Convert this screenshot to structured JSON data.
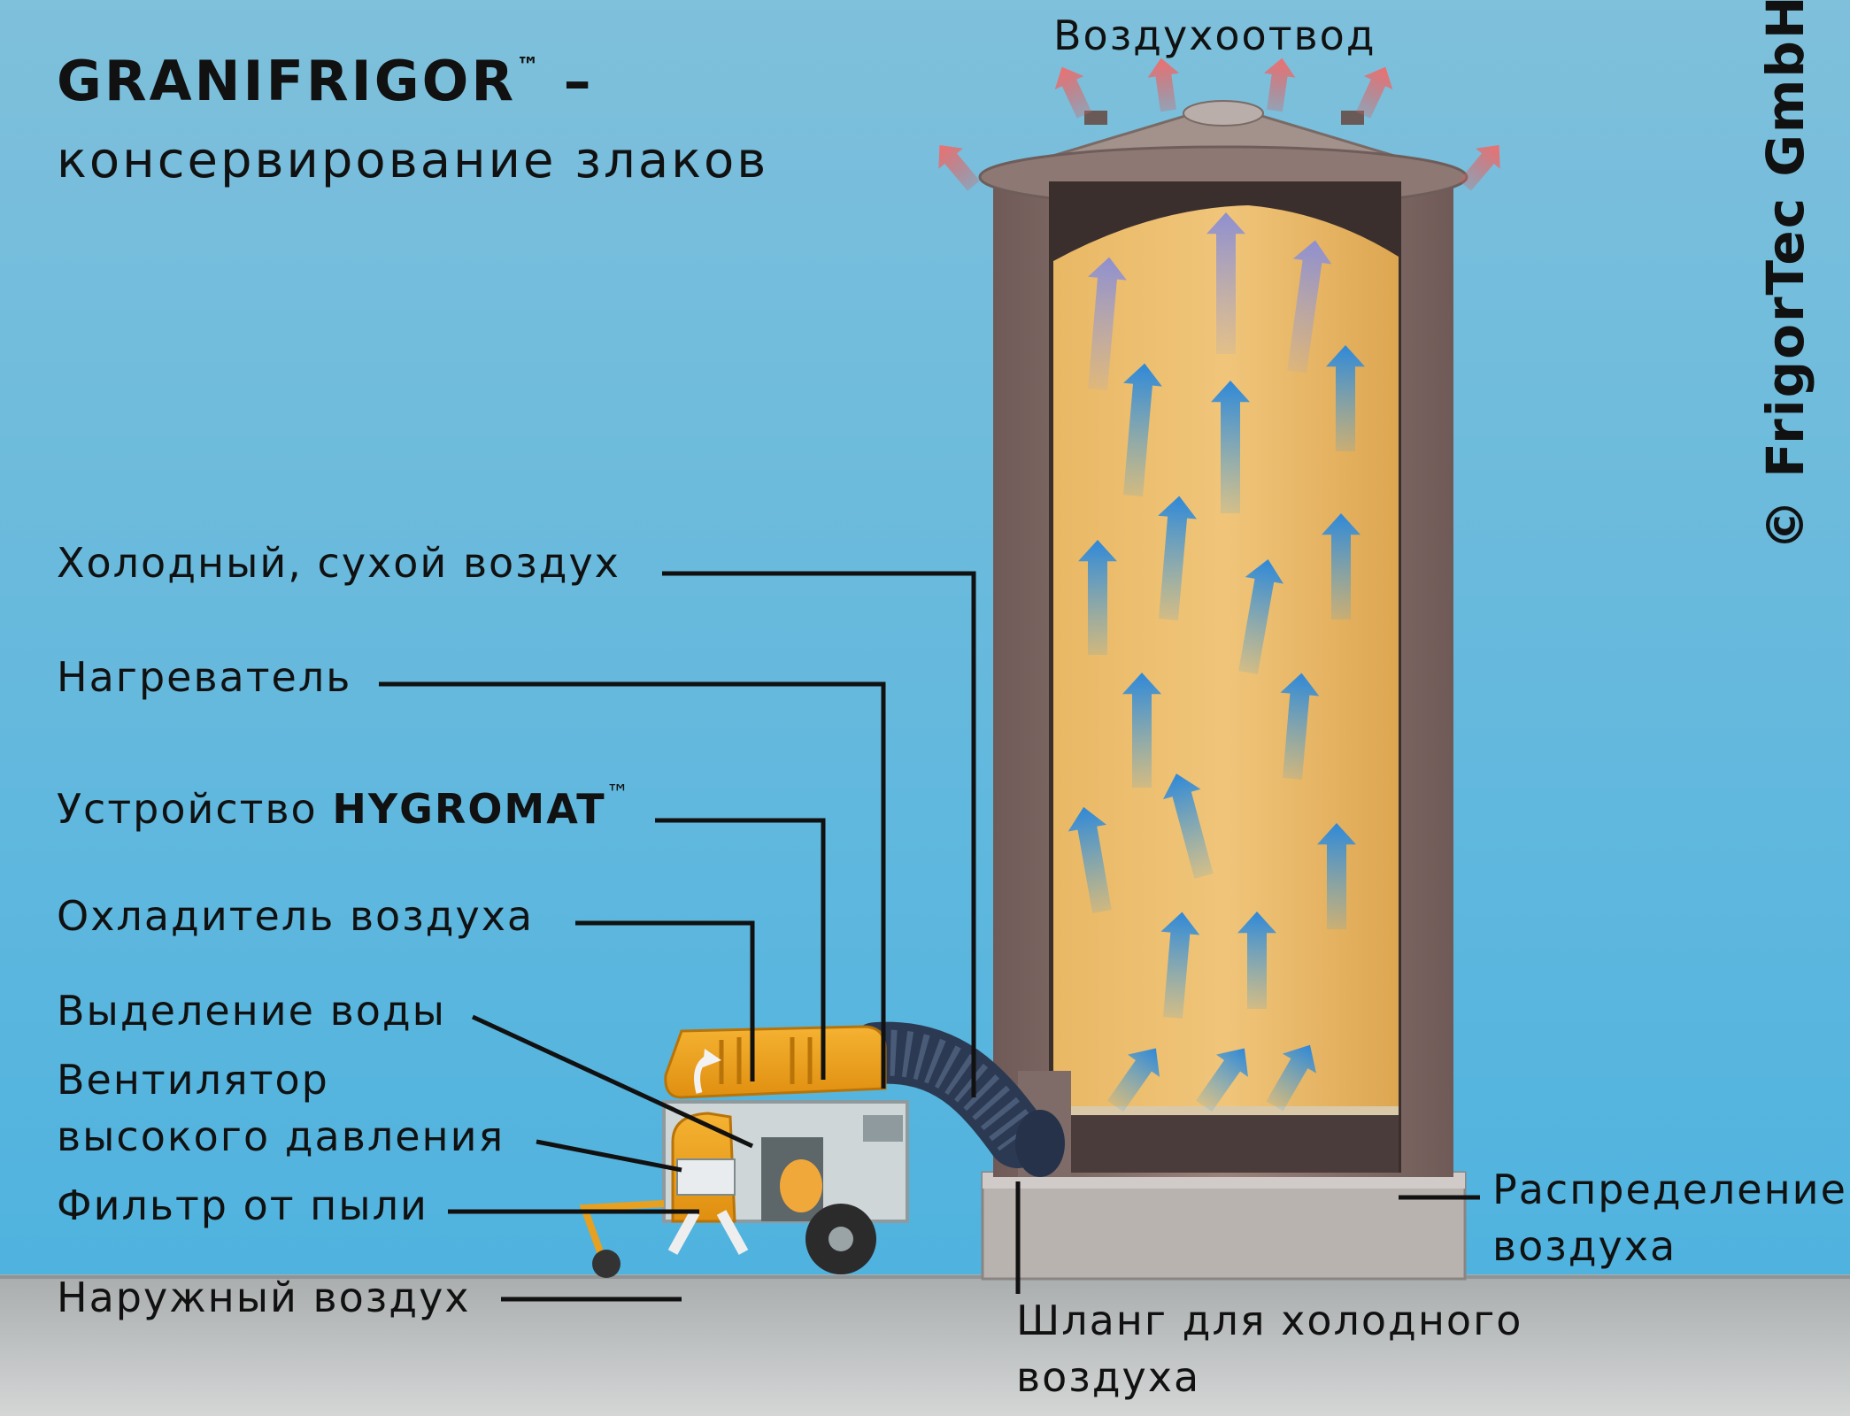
{
  "title": {
    "brand": "GRANIFRIGOR",
    "tm": "™",
    "dash": " –",
    "subtitle": "консервирование злаков"
  },
  "copyright": "© FrigorTec GmbH",
  "labels": {
    "exhaust": "Воздухоотвод",
    "cold_dry_air": "Холодный, сухой воздух",
    "heater": "Нагреватель",
    "hygromat_prefix": "Устройство ",
    "hygromat_name": "HYGROMAT",
    "hygromat_tm": "™",
    "air_cooler": "Охладитель воздуха",
    "water_separation": "Выделение воды",
    "fan_line1": "Вентилятор",
    "fan_line2": "высокого давления",
    "dust_filter": "Фильтр от пыли",
    "outside_air": "Наружный воздух",
    "air_distribution_line1": "Распределение",
    "air_distribution_line2": "воздуха",
    "cold_air_hose_line1": "Шланг для холодного",
    "cold_air_hose_line2": "воздуха"
  },
  "colors": {
    "sky_top": "#7fc0db",
    "sky_bottom": "#4fb3df",
    "ground": "#b8bcbd",
    "silo_wall": "#8d7570",
    "grain": "#e8b25c",
    "unit_yellow": "#f2a21e",
    "arrow_blue": "#3aa0e6",
    "arrow_top": "#9aa0d8",
    "exhaust_arrow": "#f07a7a",
    "leader": "#111111"
  }
}
